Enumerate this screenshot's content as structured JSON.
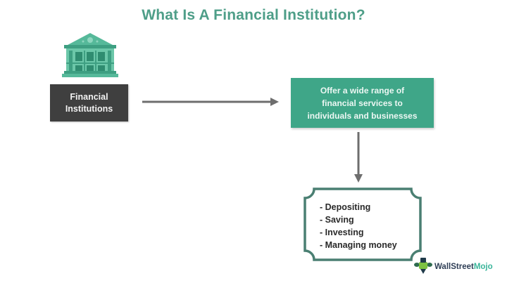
{
  "title": "What Is A Financial Institution?",
  "colors": {
    "title": "#4e9e88",
    "teal_box": "#3fa688",
    "dark_box": "#3f3f3f",
    "bank_icon": "#56b99a",
    "arrow": "#6e6e6e",
    "scroll_border": "#4a7f72"
  },
  "nodes": {
    "source": {
      "icon": "bank-building-icon",
      "label_line1": "Financial",
      "label_line2": "Institutions"
    },
    "purpose": {
      "line1": "Offer a wide range of",
      "line2": "financial services to",
      "line3": "individuals and businesses"
    },
    "services": {
      "items": [
        "- Depositing",
        "- Saving",
        "- Investing",
        "- Managing money"
      ]
    }
  },
  "edges": [
    {
      "from": "source",
      "to": "purpose",
      "direction": "right"
    },
    {
      "from": "purpose",
      "to": "services",
      "direction": "down"
    }
  ],
  "branding": {
    "logo_icon": "wallstreetmojo-mascot-icon",
    "name_part1": "WallStreet",
    "name_part2": "Mojo"
  }
}
